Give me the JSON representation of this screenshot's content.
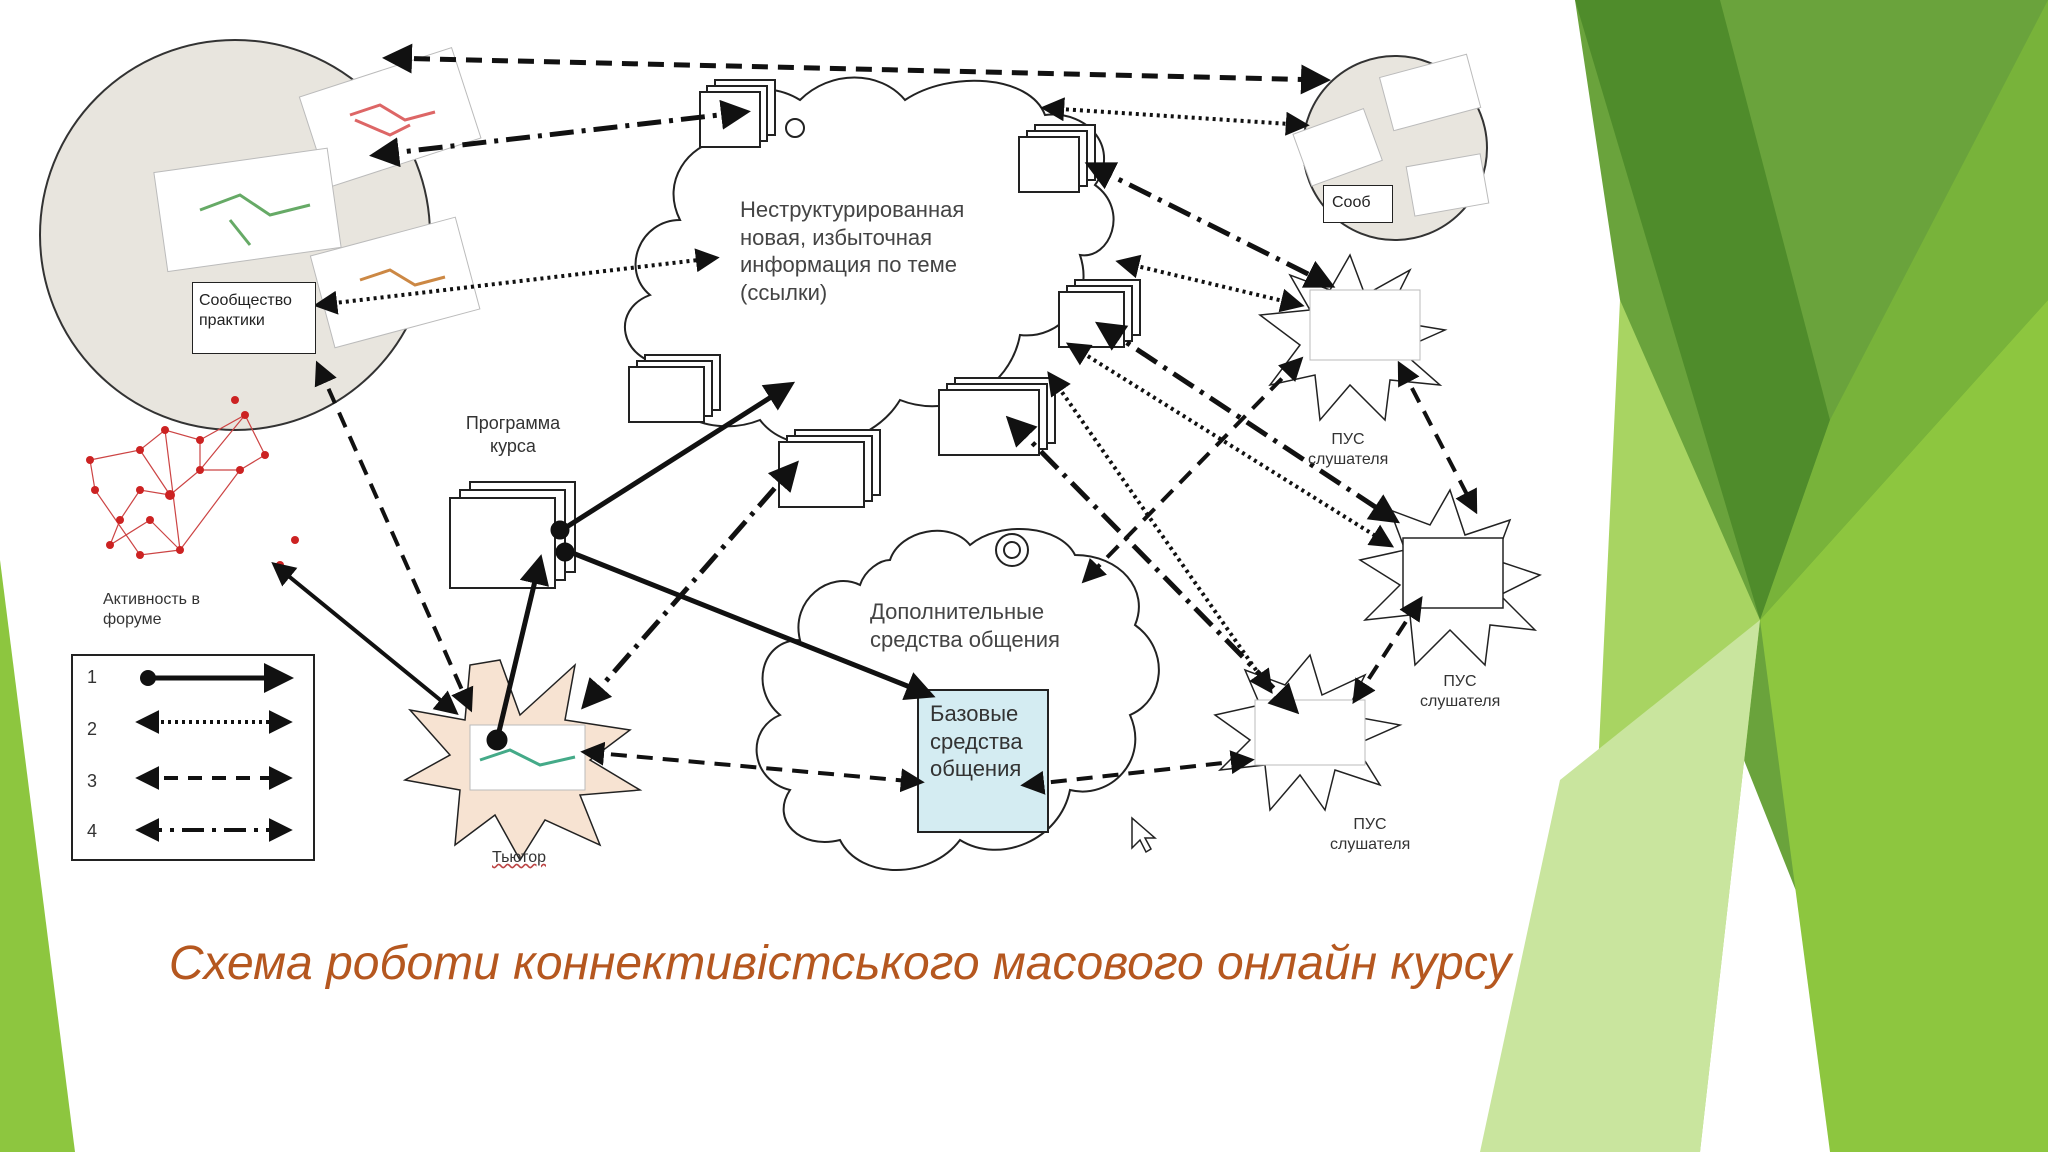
{
  "diagram": {
    "unstructured_info": "Неструктурированная новая, избыточная информация по теме (ссылки)",
    "community": "Сообщество практики",
    "community_short": "Сооб",
    "course_program": "Программа курса",
    "forum_activity": "Активность в форуме",
    "additional_means": "Дополнительные средства общения",
    "basic_means": "Базовые средства общения",
    "tutor": "Тьютор",
    "learner_ple_1": "ПУС слушателя",
    "learner_ple_2": "ПУС слушателя",
    "learner_ple_3": "ПУС слушателя",
    "legend": [
      "1",
      "2",
      "3",
      "4"
    ]
  },
  "caption": "Схема роботи коннективістського масового онлайн курсу",
  "colors": {
    "caption": "#b5571f",
    "green_dark": "#5a9a32",
    "green_light": "#8dc63f",
    "basic_box": "#d4ecf2",
    "tutor_star": "#f7e3d2",
    "network_dot": "#cc2222"
  }
}
